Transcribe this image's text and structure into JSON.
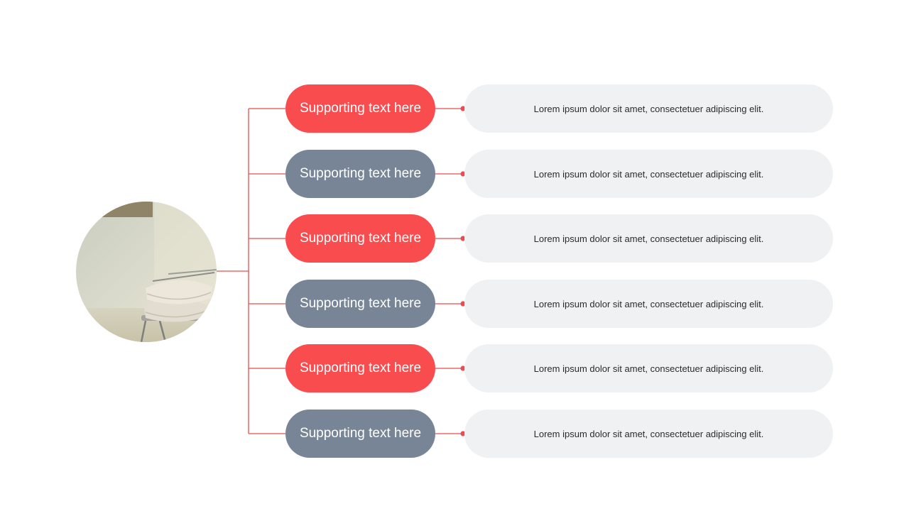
{
  "colors": {
    "accent": "#f84c4f",
    "secondary": "#788596",
    "connector": "#ea4d4f",
    "description_bg": "#f0f1f3",
    "description_text": "#2b2b2b"
  },
  "image": {
    "subject": "photo-pillows-on-chair"
  },
  "items": [
    {
      "label": "Supporting text here",
      "description": "Lorem ipsum dolor sit amet, consectetuer adipiscing elit.",
      "style": "accent"
    },
    {
      "label": "Supporting text here",
      "description": "Lorem ipsum dolor sit amet, consectetuer adipiscing elit.",
      "style": "secondary"
    },
    {
      "label": "Supporting text here",
      "description": "Lorem ipsum dolor sit amet, consectetuer adipiscing elit.",
      "style": "accent"
    },
    {
      "label": "Supporting text here",
      "description": "Lorem ipsum dolor sit amet, consectetuer adipiscing elit.",
      "style": "secondary"
    },
    {
      "label": "Supporting text here",
      "description": "Lorem ipsum dolor sit amet, consectetuer adipiscing elit.",
      "style": "accent"
    },
    {
      "label": "Supporting text here",
      "description": "Lorem ipsum dolor sit amet, consectetuer adipiscing elit.",
      "style": "secondary"
    }
  ]
}
